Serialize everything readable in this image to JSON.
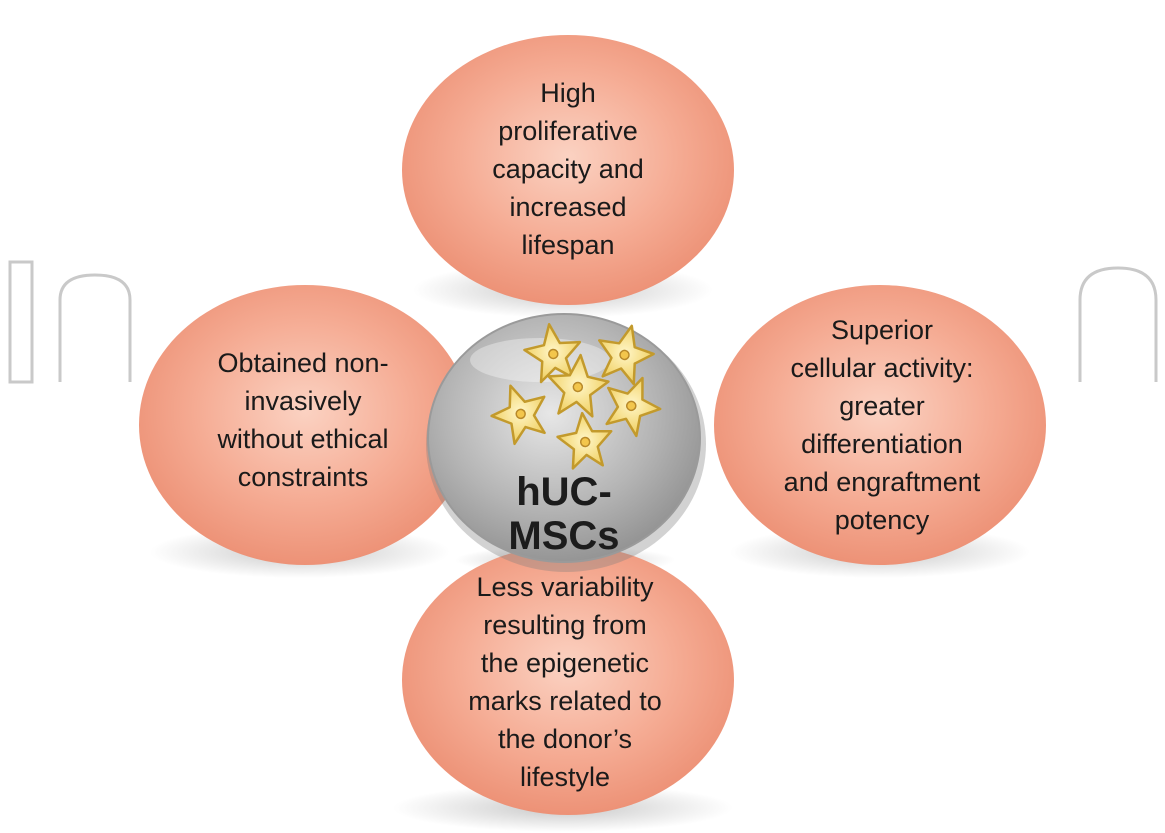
{
  "diagram": {
    "center": {
      "label": "hUC-MSCs"
    },
    "petals": {
      "top": "High\nproliferative\ncapacity and\nincreased\nlifespan",
      "left": "Obtained non-\ninvasively\nwithout ethical\nconstraints",
      "right": "Superior\ncellular activity:\ngreater\ndifferentiation\nand engraftment\npotency",
      "bottom": "Less variability\nresulting from\nthe epigenetic\nmarks related to\nthe donor’s\nlifestyle"
    },
    "colors": {
      "petal_fill": "#f4a890",
      "petal_edge": "#e8876c",
      "center_fill": "#a9a9a9",
      "cell_fill": "#f7e08a",
      "watermark": "#b5b5b5"
    }
  }
}
